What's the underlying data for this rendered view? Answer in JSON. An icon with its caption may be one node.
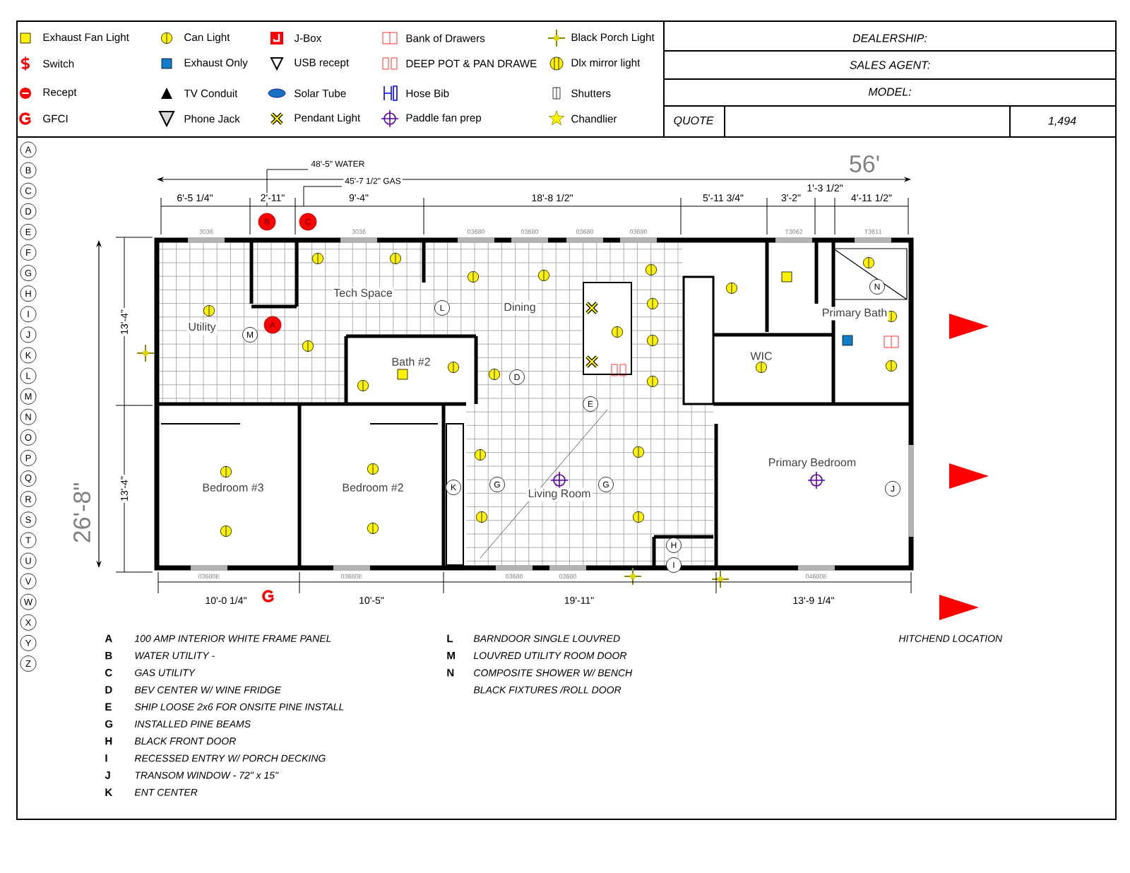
{
  "diagram": {
    "labels": [
      "DEALERSHIP:",
      "SALES AGENT:",
      "MODEL:",
      "QUOTE",
      "1,494",
      "A",
      "B",
      "C",
      "D",
      "E",
      "F",
      "G",
      "H",
      "I",
      "J",
      "K",
      "L",
      "M",
      "N",
      "O",
      "P",
      "Q",
      "R",
      "S",
      "T",
      "U",
      "V",
      "W",
      "X",
      "Y",
      "Z",
      "48'-5\" WATER",
      "45'-7 1/2\" GAS",
      "56'",
      "6'-5 1/4\"",
      "2'-11\"",
      "9'-4\"",
      "18'-8 1/2\"",
      "5'-11 3/4\"",
      "3'-2\"",
      "1'-3 1/2\"",
      "4'-11 1/2\"",
      "3036",
      "3036",
      "03680",
      "03680",
      "03680",
      "03680",
      "T3062",
      "T3611",
      "B",
      "C",
      "Tech Space",
      "L",
      "Dining",
      "N",
      "Utility",
      "Primary Bath",
      "A",
      "M",
      "WIC",
      "Bath #2",
      "D",
      "E",
      "13'-4\"",
      "13'-4\"",
      "26'-8\"",
      "Bedroom #3",
      "Bedroom #2",
      "K",
      "G",
      "Living Room",
      "G",
      "Primary Bedroom",
      "J",
      "H",
      "I",
      "03680E",
      "03680E",
      "03680",
      "03680",
      "04680E",
      "10'-0 1/4\"",
      "10'-5\"",
      "19'-11\"",
      "13'-9 1/4\"",
      "A",
      "100 AMP INTERIOR WHITE FRAME PANEL",
      "L",
      "BARNDOOR SINGLE LOUVRED",
      "HITCHEND LOCATION",
      "B",
      "WATER UTILITY -",
      "M",
      "LOUVRED UTILITY ROOM DOOR",
      "C",
      "GAS UTILITY",
      "N",
      "COMPOSITE SHOWER W/ BENCH",
      "D",
      "BEV CENTER W/ WINE FRIDGE",
      "BLACK FIXTURES /ROLL DOOR",
      "E",
      "SHIP LOOSE 2x6 FOR ONSITE PINE INSTALL",
      "G",
      "INSTALLED PINE BEAMS",
      "H",
      "BLACK FRONT DOOR",
      "I",
      "RECESSED ENTRY W/ PORCH DECKING",
      "J",
      "TRANSOM WINDOW - 72\" x 15\"",
      "K",
      "ENT CENTER"
    ],
    "legend": [
      {
        "text": "Exhaust Fan Light"
      },
      {
        "text": "Can Light"
      },
      {
        "text": "J-Box"
      },
      {
        "text": "Bank of Drawers"
      },
      {
        "text": "Black Porch Light"
      },
      {
        "text": "Switch"
      },
      {
        "text": "Exhaust Only"
      },
      {
        "text": "USB recept"
      },
      {
        "text": "DEEP POT & PAN DRAWE"
      },
      {
        "text": "Dlx mirror light"
      },
      {
        "text": "Recept"
      },
      {
        "text": "TV Conduit"
      },
      {
        "text": "Solar Tube"
      },
      {
        "text": "Hose Bib"
      },
      {
        "text": "Shutters"
      },
      {
        "text": "GFCI"
      },
      {
        "text": "Phone Jack"
      },
      {
        "text": "Pendant Light"
      },
      {
        "text": "Paddle fan prep"
      },
      {
        "text": "Chandlier"
      }
    ]
  }
}
